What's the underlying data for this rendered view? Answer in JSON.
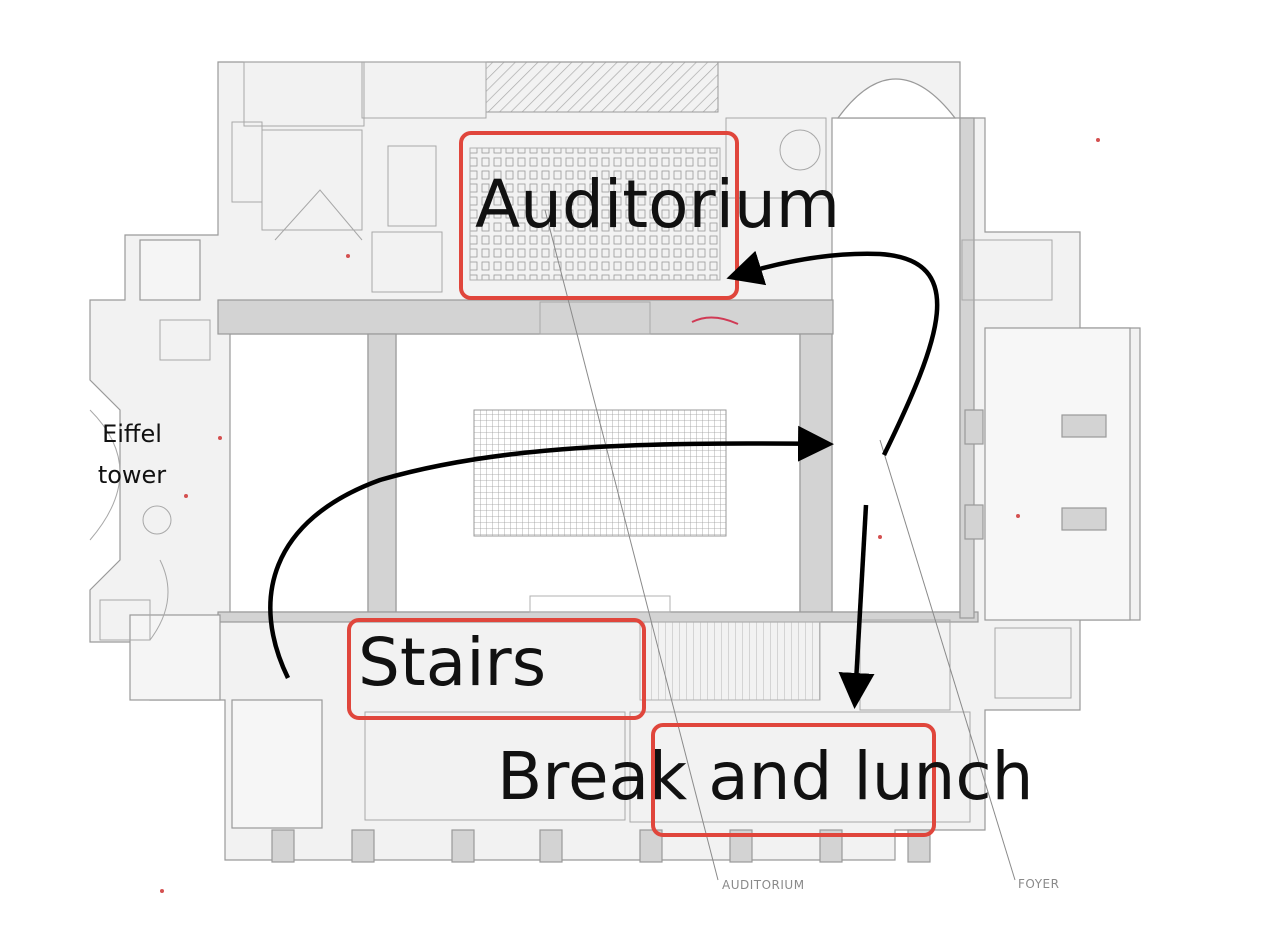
{
  "map": {
    "regions": {
      "auditorium": {
        "label": "Auditorium",
        "highlight_color": "#e0463c"
      },
      "stairs": {
        "label": "Stairs",
        "highlight_color": "#e0463c"
      },
      "break_lunch": {
        "label": "Break and lunch",
        "highlight_color": "#e0463c"
      }
    },
    "side_label": {
      "line1": "Eiffel",
      "line2": "tower"
    },
    "plan_captions": {
      "auditorium": "AUDITORIUM",
      "foyer": "FOYER"
    },
    "arrow_color": "#000000",
    "plan_line_color": "#9a9a9a",
    "plan_fill_color": "#cfcfcf"
  }
}
